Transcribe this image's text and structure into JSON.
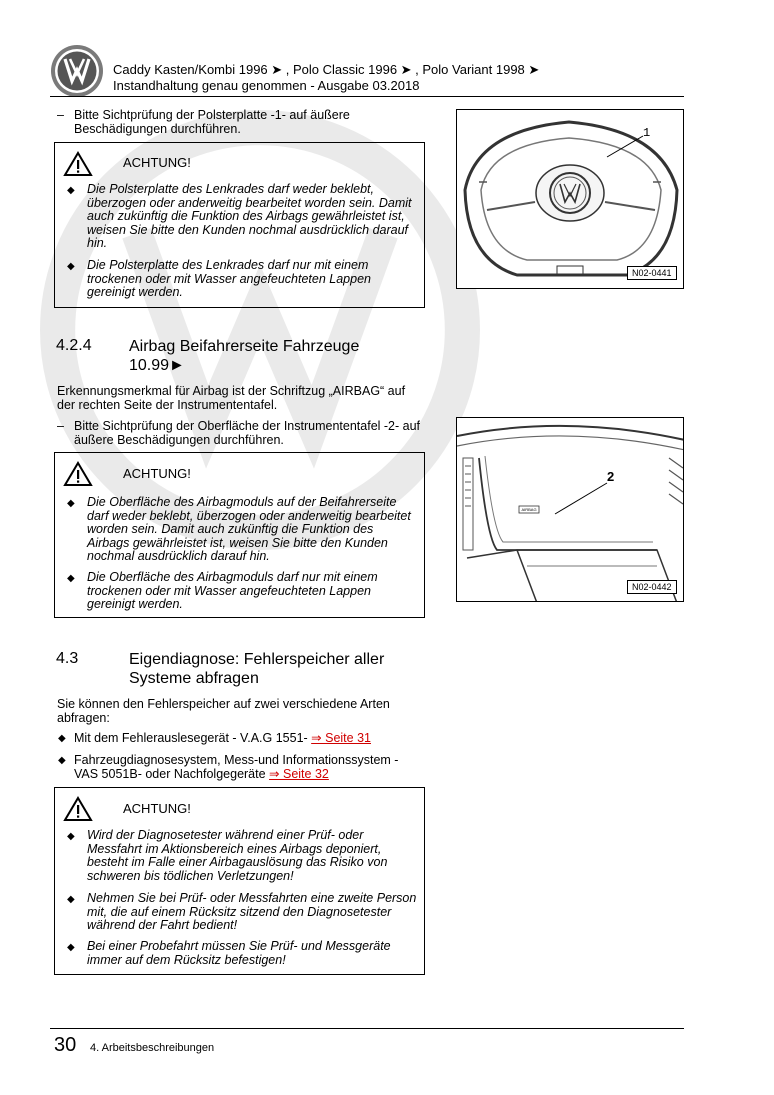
{
  "header": {
    "models": "Caddy Kasten/Kombi 1996 ➤ , Polo Classic 1996 ➤ , Polo Variant 1998 ➤",
    "manual": "Instandhaltung genau genommen - Ausgabe 03.2018"
  },
  "intro_step": "Bitte Sichtprüfung der Polsterplatte -1- auf äußere Beschädigungen durchführen.",
  "warning1": {
    "title": "ACHTUNG!",
    "items": [
      "Die Polsterplatte des Lenkrades darf weder beklebt, überzogen oder anderweitig bearbeitet worden sein. Damit auch zukünftig die Funktion des Airbags gewährleistet ist, weisen Sie bitte den Kunden nochmal ausdrücklich darauf hin.",
      "Die Polsterplatte des Lenkrades darf nur mit einem trockenen oder mit Wasser angefeuchteten Lappen gereinigt werden."
    ]
  },
  "section_424": {
    "number": "4.2.4",
    "title": "Airbag Beifahrerseite Fahrzeuge 10.99►",
    "para": "Erkennungsmerkmal für Airbag ist der Schriftzug „AIRBAG“ auf der rechten Seite der Instrumententafel.",
    "step": "Bitte Sichtprüfung der Oberfläche der Instrumententafel -2- auf äußere Beschädigungen durchführen."
  },
  "warning2": {
    "title": "ACHTUNG!",
    "items": [
      "Die Oberfläche des Airbagmoduls auf der Beifahrerseite darf weder beklebt, überzogen oder anderweitig bearbeitet worden sein. Damit auch zukünftig die Funktion des Airbags gewährleistet ist, weisen Sie bitte den Kunden nochmal ausdrücklich darauf hin.",
      "Die Oberfläche des Airbagmoduls darf nur mit einem trockenen oder mit Wasser angefeuchteten Lappen gereinigt werden."
    ]
  },
  "section_43": {
    "number": "4.3",
    "title": "Eigendiagnose: Fehlerspeicher aller Systeme abfragen",
    "para": "Sie können den Fehlerspeicher auf zwei verschiedene Arten abfragen:",
    "bullets": [
      {
        "text": "Mit dem Fehlerauslesegerät - V.A.G 1551- ",
        "link": "⇒ Seite 31"
      },
      {
        "text": "Fahrzeugdiagnosesystem, Mess-und Informationssystem - VAS 5051B- oder Nachfolgegeräte ",
        "link": "⇒ Seite 32"
      }
    ]
  },
  "warning3": {
    "title": "ACHTUNG!",
    "items": [
      "Wird der Diagnosetester während einer Prüf- oder Messfahrt im Aktionsbereich eines Airbags deponiert, besteht im Falle einer Airbagauslösung das Risiko von schweren bis tödlichen Verletzungen!",
      "Nehmen Sie bei Prüf- oder Messfahrten eine zweite Person mit, die auf einem Rücksitz sitzend den Diagnosetester während der Fahrt bedient!",
      "Bei einer Probefahrt müssen Sie Prüf- und Messgeräte immer auf dem Rücksitz befestigen!"
    ]
  },
  "figures": [
    {
      "callout": "1",
      "code": "N02-0441"
    },
    {
      "callout": "2",
      "code": "N02-0442",
      "tag": "AIRBAG"
    }
  ],
  "footer": {
    "page": "30",
    "chapter": "4. Arbeitsbeschreibungen"
  }
}
